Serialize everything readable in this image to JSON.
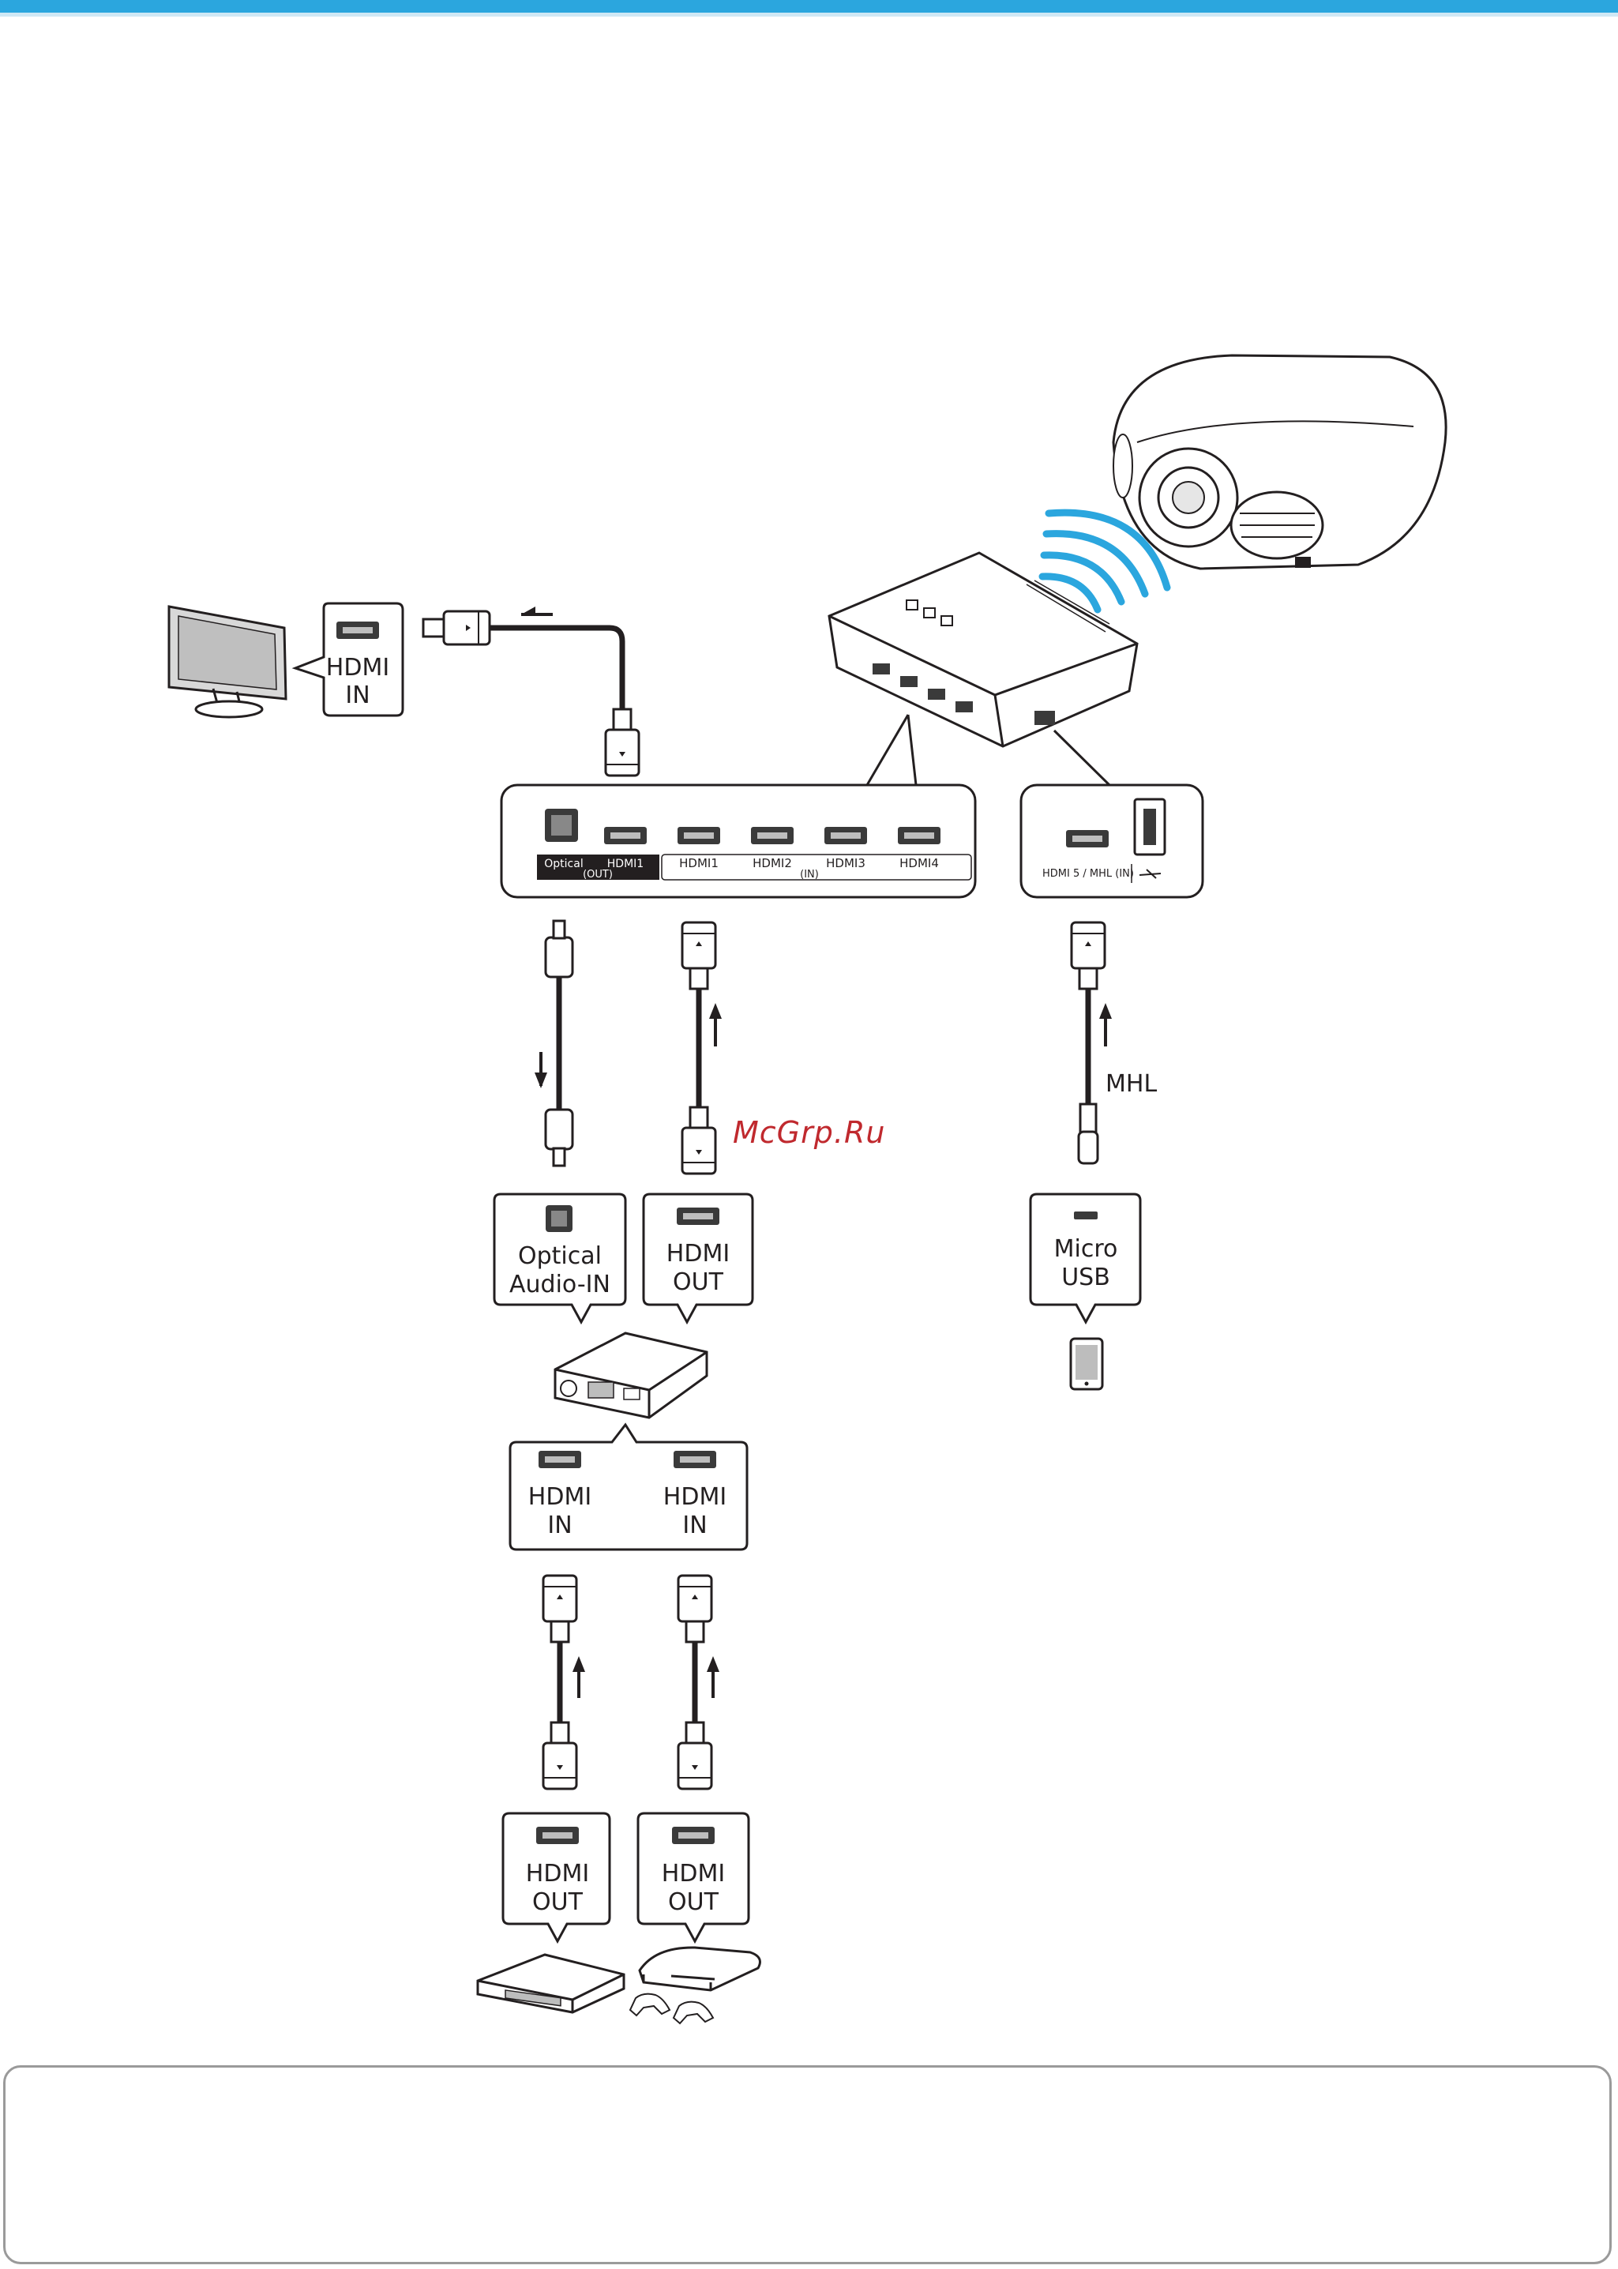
{
  "labels": {
    "tv_port": [
      "HDMI",
      "IN"
    ],
    "optical_port": [
      "Optical",
      "Audio-IN"
    ],
    "receiver_out": [
      "HDMI",
      "OUT"
    ],
    "receiver_in_a": [
      "HDMI",
      "IN"
    ],
    "receiver_in_b": [
      "HDMI",
      "IN"
    ],
    "player_out": [
      "HDMI",
      "OUT"
    ],
    "console_out": [
      "HDMI",
      "OUT"
    ],
    "micro_usb": [
      "Micro",
      "USB"
    ],
    "mhl_cable": "MHL"
  },
  "panel_main": {
    "optical": "Optical",
    "hdmi_out": "HDMI1",
    "out_tag": "(OUT)",
    "inputs": [
      "HDMI1",
      "HDMI2",
      "HDMI3",
      "HDMI4"
    ],
    "in_tag": "(IN)"
  },
  "panel_side": {
    "label": "HDMI 5 / MHL (IN)"
  },
  "watermark": "McGrp.Ru",
  "colors": {
    "accent": "#2ba6de",
    "watermark": "#c0292e",
    "line": "#231f20",
    "port": "#555555"
  }
}
